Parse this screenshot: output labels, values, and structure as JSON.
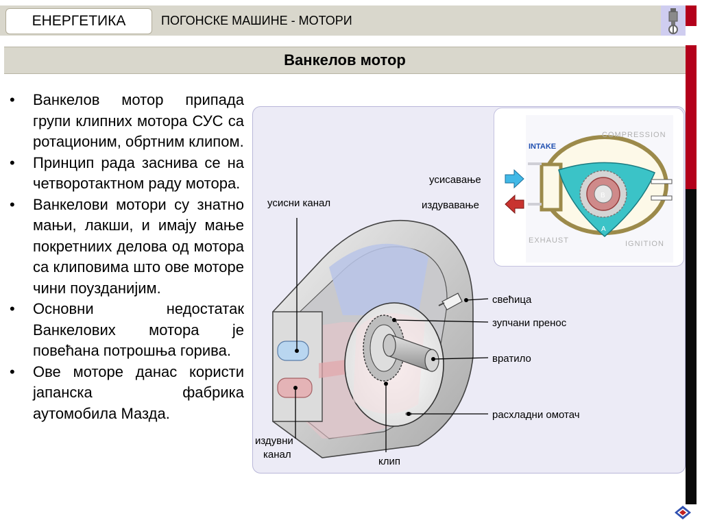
{
  "header": {
    "category": "ЕНЕРГЕТИКА",
    "subject": "ПОГОНСКЕ МАШИНЕ - МОТОРИ"
  },
  "slide": {
    "title": "Ванкелов мотор",
    "bullets": [
      "Ванкелов мотор припада групи клипних мотора СУС са ротационим, обртним клипом.",
      "Принцип рада заснива се на четворотактном раду мотора.",
      "Ванкелови мотори су знатно мањи, лакши, и имају мање покретниих делова од мотора са клиповима што ове моторе чини поузданијим.",
      "Основни недостатак Ванкелових мотора је повећана потрошња горива.",
      "Ове моторе данас користи јапанска фабрика аутомобила Мазда."
    ]
  },
  "diagram": {
    "labels": {
      "intake_channel": "усисни канал",
      "spark_plug": "свећица",
      "gear": "зупчани пренос",
      "shaft": "вратило",
      "cooling": "расхладни омотач",
      "exhaust_channel_1": "издувни",
      "exhaust_channel_2": "канал",
      "rotor": "клип",
      "intake_arrow": "усисавање",
      "exhaust_arrow": "издувавање"
    },
    "inset": {
      "compression": "COMPRESSION",
      "intake": "INTAKE",
      "exhaust": "EXHAUST",
      "ignition": "IGNITION",
      "rotor_a": "A",
      "rotor_b": "B"
    }
  },
  "colors": {
    "header_band": "#d9d7cc",
    "accent_red": "#b3001b",
    "figure_bg": "#ecebf6",
    "intake_arrow": "#41b8e6",
    "exhaust_arrow": "#c8332f",
    "chamber": "#3bc3c7"
  }
}
